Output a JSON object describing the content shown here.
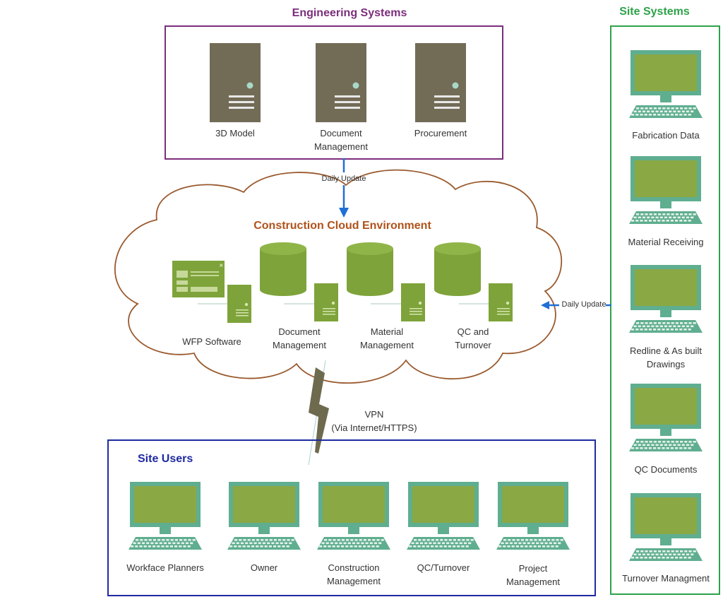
{
  "colors": {
    "engineering": "#7b2e7b",
    "site_systems": "#2ea24a",
    "site_users": "#1f2aa0",
    "cloud_title": "#b0521a",
    "cloud_outline": "#9a5a2e",
    "server_body": "#726b56",
    "screen_fill": "#8aa844",
    "monitor_frame": "#5fae8f",
    "db_fill": "#7ea33a",
    "arrow": "#1f6fd6",
    "lightning": "#6e6a4e"
  },
  "engineering": {
    "title": "Engineering Systems",
    "items": [
      {
        "label_l1": "3D Model",
        "label_l2": ""
      },
      {
        "label_l1": "Document",
        "label_l2": "Management"
      },
      {
        "label_l1": "Procurement",
        "label_l2": ""
      }
    ]
  },
  "arrows": {
    "daily_update_top": "Daily Update",
    "daily_update_right": "Daily Update"
  },
  "cloud": {
    "title": "Construction Cloud Environment",
    "items": [
      {
        "label_l1": "WFP Software",
        "label_l2": ""
      },
      {
        "label_l1": "Document",
        "label_l2": "Management"
      },
      {
        "label_l1": "Material",
        "label_l2": "Management"
      },
      {
        "label_l1": "QC and",
        "label_l2": "Turnover"
      }
    ]
  },
  "vpn": {
    "line1": "VPN",
    "line2": "(Via Internet/HTTPS)"
  },
  "site_users": {
    "title": "Site Users",
    "items": [
      {
        "label_l1": "Workface Planners",
        "label_l2": ""
      },
      {
        "label_l1": "Owner",
        "label_l2": ""
      },
      {
        "label_l1": "Construction",
        "label_l2": "Management"
      },
      {
        "label_l1": "QC/Turnover",
        "label_l2": ""
      },
      {
        "label_l1": "Project",
        "label_l2": "Management"
      }
    ]
  },
  "site_systems": {
    "title": "Site Systems",
    "items": [
      {
        "label_l1": "Fabrication Data",
        "label_l2": ""
      },
      {
        "label_l1": "Material Receiving",
        "label_l2": ""
      },
      {
        "label_l1": "Redline & As built",
        "label_l2": "Drawings"
      },
      {
        "label_l1": "QC Documents",
        "label_l2": ""
      },
      {
        "label_l1": "Turnover Managment",
        "label_l2": ""
      }
    ]
  }
}
